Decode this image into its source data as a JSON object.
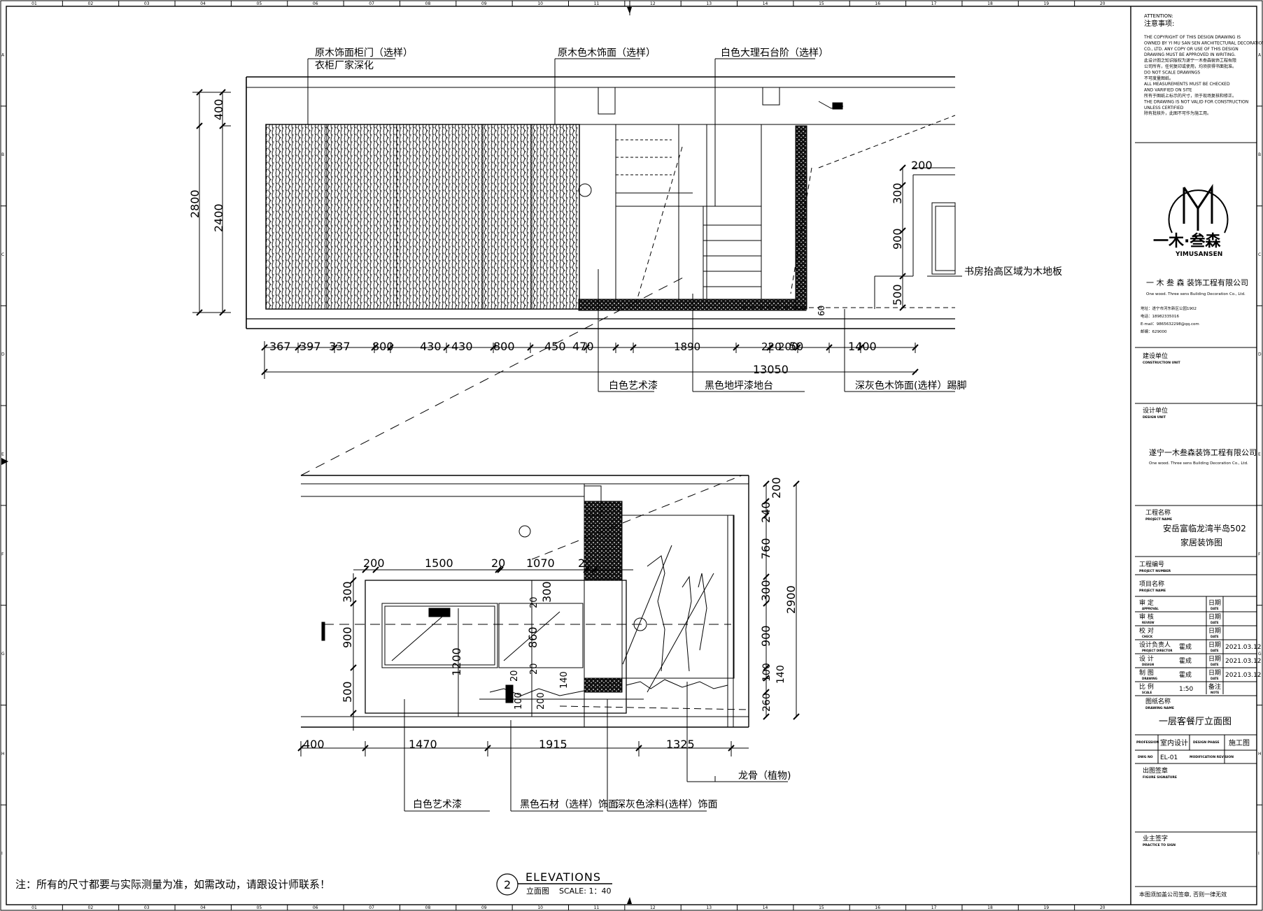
{
  "grid": {
    "columns": [
      "01",
      "02",
      "03",
      "04",
      "05",
      "06",
      "07",
      "08",
      "09",
      "10",
      "11",
      "12",
      "13",
      "14",
      "15",
      "16",
      "17",
      "18",
      "19",
      "20"
    ],
    "rows": [
      "A",
      "B",
      "C",
      "D",
      "E",
      "F",
      "G",
      "H",
      "I"
    ]
  },
  "upper_elevation": {
    "labels_top": {
      "cabinet_door": "原木饰面柜门（选样）",
      "cabinet_note": "衣柜厂家深化",
      "wood_panel": "原木色木饰面（选样）",
      "marble_step": "白色大理石台阶（选样）"
    },
    "labels_bottom": {
      "art_paint": "白色艺术漆",
      "floor_paint": "黑色地坪漆地台",
      "skirting": "深灰色木饰面(选样）踢脚"
    },
    "label_right": "书房抬高区域为木地板",
    "dims_left": [
      "2800",
      "400",
      "2400"
    ],
    "dims_right": [
      "200",
      "300",
      "900",
      "500",
      "60"
    ],
    "dims_bottom": [
      "367",
      "397",
      "337",
      "800",
      "430",
      "430",
      "800",
      "450",
      "470",
      "1890",
      "220",
      "200",
      "50",
      "1400"
    ],
    "dim_total": "13050"
  },
  "lower_elevation": {
    "dims_top": [
      "200",
      "1500",
      "20",
      "1070",
      "2"
    ],
    "dims_left": [
      "300",
      "900",
      "500"
    ],
    "dims_inner": [
      "1200",
      "20",
      "300",
      "860",
      "20",
      "20",
      "140",
      "200",
      "100"
    ],
    "dims_right_inner": [
      "200",
      "240",
      "760",
      "300",
      "900",
      "100",
      "140",
      "260"
    ],
    "dim_right_total": "2900",
    "dims_bottom": [
      "400",
      "1470",
      "1915",
      "1325"
    ],
    "labels_bottom": {
      "art_paint": "白色艺术漆",
      "black_stone": "黑色石材（选样）饰面",
      "dark_coating": "深灰色涂料(选样）饰面",
      "plant": "龙骨（植物)"
    }
  },
  "footer": {
    "note": "注：所有的尺寸都要与实际测量为准，如需改动，请跟设计师联系！",
    "drawing_no": "2",
    "drawing_title": "ELEVATIONS",
    "drawing_subtitle": "立面图    SCALE: 1：40"
  },
  "title_block": {
    "attention_en": "ATTENTION:",
    "attention_cn": "注意事项:",
    "notes": [
      "THE COPYRIGHT OF THIS DESIGN DRAWING IS",
      "OWNED BY YI MU SAN SEN ARCHITECTURAL DECORATION",
      "CO., LTD. ANY COPY OR USE OF THIS DESIGN",
      "DRAWING MUST BE APPROVED IN WRITING.",
      "此设计图之知识版权为遂宁一木叁森装饰工程有限",
      "公司所有，任何复印或使用，均须获得书面批准。",
      "DO NOT SCALE DRAWINGS",
      "不可度量图纸。",
      "ALL MEASUREMENTS MUST BE CHECKED",
      "AND VARIFIED ON SITE",
      "所有于图纸上标示的尺寸，须于现场复核和修正。",
      "THE DRAWING IS NOT VALID FOR CONSTRUCTION",
      "UNLESS CERTIFIED",
      "除有批核外，此图不可作为施工用。"
    ],
    "logo_text": "一木·叁森",
    "logo_sub": "YIMUSANSEN",
    "company_cn": "一 木 叁 森  装饰工程有限公司",
    "company_en": "One wood. Three sens Building Decoration Co., Ltd.",
    "contact": [
      "地址：遂宁市河东新区公园1902",
      "电话：18982335016",
      "E-mail：9865632298@qq.com",
      "邮编：629000"
    ],
    "construction_unit_cn": "建设单位",
    "construction_unit_en": "CONSTRUCTION UNIT",
    "design_unit_cn": "设计单位",
    "design_unit_en": "DESIGN UNIT",
    "design_company_cn": "遂宁一木叁森装饰工程有限公司",
    "design_company_en": "One wood. Three sens Building Decoration Co., Ltd.",
    "project_name_cn": "工程名称",
    "project_name_en": "PROJECT NAME",
    "project_name_1": "安岳富临龙湾半岛502",
    "project_name_2": "家居装饰图",
    "project_number_cn": "工程编号",
    "project_number_en": "PROJECT NUMBER",
    "item_name_cn": "项目名称",
    "item_name_en": "PROJECT NAME",
    "rows": [
      {
        "cn": "审    定",
        "en": "APPROVAL",
        "person": "",
        "date_label": "日期",
        "date_en": "DATE",
        "date": ""
      },
      {
        "cn": "审    核",
        "en": "REVIEW",
        "person": "",
        "date_label": "日期",
        "date_en": "DATE",
        "date": ""
      },
      {
        "cn": "校    对",
        "en": "CHECK",
        "person": "",
        "date_label": "日期",
        "date_en": "DATE",
        "date": ""
      },
      {
        "cn": "设计负责人",
        "en": "PROJECT DIRECTOR",
        "person": "霍成",
        "date_label": "日期",
        "date_en": "DATE",
        "date": "2021.03.12"
      },
      {
        "cn": "设    计",
        "en": "DESIGN",
        "person": "霍成",
        "date_label": "日期",
        "date_en": "DATE",
        "date": "2021.03.12"
      },
      {
        "cn": "制    图",
        "en": "DRAWING",
        "person": "霍成",
        "date_label": "日期",
        "date_en": "DATE",
        "date": "2021.03.12"
      },
      {
        "cn": "比    例",
        "en": "SCALE",
        "person": "1:50",
        "date_label": "备注",
        "date_en": "NOTE",
        "date": ""
      }
    ],
    "drawing_name_cn": "图纸名称",
    "drawing_name_en": "DRAWING NAME",
    "drawing_name": "一层客餐厅立面图",
    "profession_en": "PROFESSION",
    "profession": "室内设计",
    "design_phase_en": "DESIGN PHASE",
    "design_phase": "施工图",
    "dwg_no_en": "DWG NO",
    "dwg_no": "EL-01",
    "modification_en": "MODIFICATION REVISION",
    "figure_sign_cn": "出图签章",
    "figure_sign_en": "FIGURE SIGNATURE",
    "owner_sign_cn": "业主签字",
    "owner_sign_en": "PRACTICE TO SIGN",
    "stamp_note": "本图须加盖公司签章, 否则一律无效"
  }
}
